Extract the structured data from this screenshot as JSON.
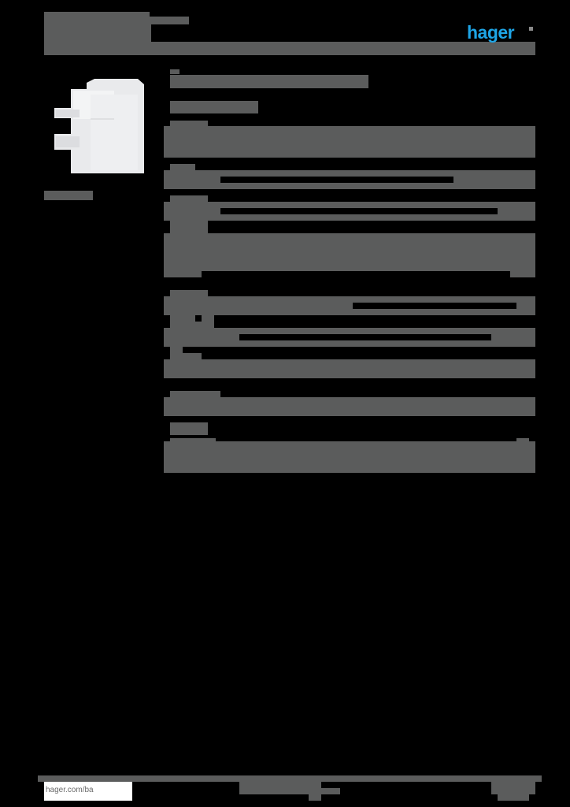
{
  "document": {
    "type": "product-datasheet",
    "background": "#000000",
    "redaction_color": "#5b5c5c",
    "accent_color": "#1ea5e6"
  },
  "header": {
    "title_lines": [
      "",
      ""
    ],
    "logo": "hager"
  },
  "product": {
    "image": "white-t-piece-cable-trunking-fitting",
    "caption": "",
    "title": "",
    "subtitle": ""
  },
  "spec_sections": [
    {
      "label": "",
      "rows": [
        ""
      ]
    },
    {
      "label": "",
      "rows": [
        {
          "key": "",
          "value": ""
        }
      ]
    },
    {
      "label": "",
      "rows": [
        {
          "key": "",
          "value": ""
        }
      ]
    },
    {
      "label": "",
      "rows": [
        ""
      ]
    },
    {
      "label": "",
      "rows": [
        {
          "key": "",
          "value": ""
        }
      ]
    },
    {
      "label": "",
      "rows": [
        {
          "key": "",
          "value": ""
        }
      ]
    },
    {
      "label": "",
      "rows": [
        ""
      ]
    },
    {
      "label": "",
      "rows": [
        ""
      ]
    },
    {
      "label": "",
      "rows": [
        ""
      ]
    }
  ],
  "footer": {
    "url": "hager.com/ba",
    "center_text": "",
    "page_text": ""
  }
}
